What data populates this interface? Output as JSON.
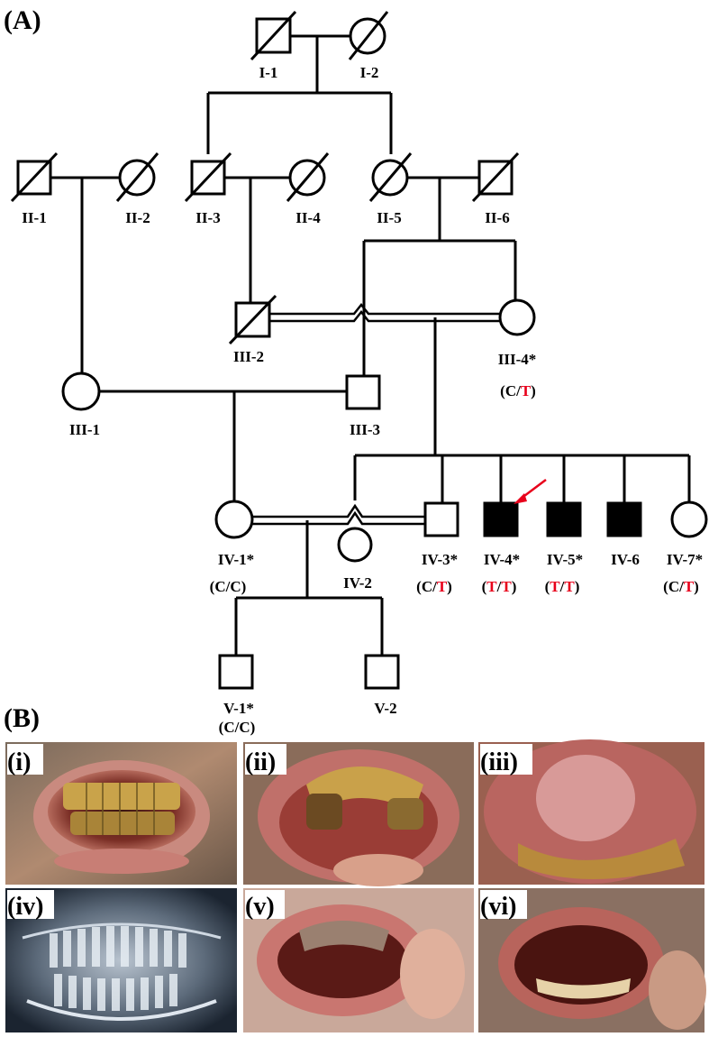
{
  "panel_a_label": "(A)",
  "panel_b_label": "(B)",
  "individuals": {
    "I1": {
      "label": "I-1",
      "genotype": null
    },
    "I2": {
      "label": "I-2",
      "genotype": null
    },
    "II1": {
      "label": "II-1",
      "genotype": null
    },
    "II2": {
      "label": "II-2",
      "genotype": null
    },
    "II3": {
      "label": "II-3",
      "genotype": null
    },
    "II4": {
      "label": "II-4",
      "genotype": null
    },
    "II5": {
      "label": "II-5",
      "genotype": null
    },
    "II6": {
      "label": "II-6",
      "genotype": null
    },
    "III1": {
      "label": "III-1",
      "genotype": null
    },
    "III2": {
      "label": "III-2",
      "genotype": null
    },
    "III3": {
      "label": "III-3",
      "genotype": null
    },
    "III4": {
      "label": "III-4*",
      "genotype": {
        "a1": "C",
        "a2": "T"
      }
    },
    "IV1": {
      "label": "IV-1*",
      "genotype": {
        "a1": "C",
        "a2": "C"
      }
    },
    "IV2": {
      "label": "IV-2",
      "genotype": null
    },
    "IV3": {
      "label": "IV-3*",
      "genotype": {
        "a1": "C",
        "a2": "T"
      }
    },
    "IV4": {
      "label": "IV-4*",
      "genotype": {
        "a1": "T",
        "a2": "T"
      }
    },
    "IV5": {
      "label": "IV-5*",
      "genotype": {
        "a1": "T",
        "a2": "T"
      }
    },
    "IV6": {
      "label": "IV-6",
      "genotype": null
    },
    "IV7": {
      "label": "IV-7*",
      "genotype": {
        "a1": "C",
        "a2": "T"
      }
    },
    "V1": {
      "label": "V-1*",
      "genotype": {
        "a1": "C",
        "a2": "C"
      }
    },
    "V2": {
      "label": "V-2",
      "genotype": null
    }
  },
  "colors": {
    "mutant_allele": "#e8001b",
    "proband_arrow": "#e8001b",
    "affected_fill": "#000000"
  },
  "photos": [
    {
      "label": "(i)",
      "kind": "clinical photo: front view of discoloured yellow-brown teeth"
    },
    {
      "label": "(ii)",
      "kind": "clinical photo: upper arch with discoloured teeth"
    },
    {
      "label": "(iii)",
      "kind": "clinical photo: lower arch with tongue"
    },
    {
      "label": "(iv)",
      "kind": "panoramic dental radiograph"
    },
    {
      "label": "(v)",
      "kind": "clinical photo: crowned upper teeth"
    },
    {
      "label": "(vi)",
      "kind": "clinical photo: lower arch with restorations"
    }
  ]
}
